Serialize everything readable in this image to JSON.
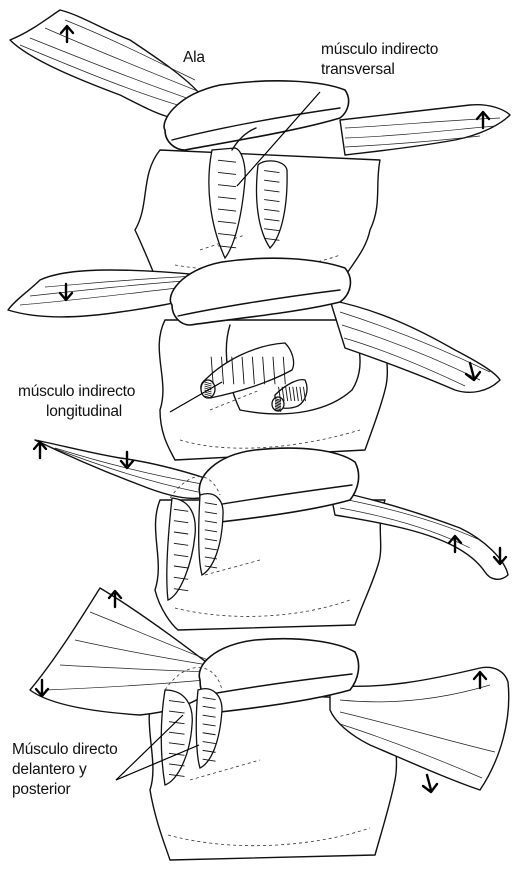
{
  "labels": {
    "wing": "Ala",
    "transverse_line1": "músculo indirecto",
    "transverse_line2": "transversal",
    "longitudinal_line1": "músculo indirecto",
    "longitudinal_line2": "longitudinal",
    "direct_line1": "Músculo directo",
    "direct_line2": "delantero y",
    "direct_line3": "posterior"
  },
  "arrows": [
    {
      "stage": 1,
      "side": "left",
      "direction": "up"
    },
    {
      "stage": 1,
      "side": "right",
      "direction": "up"
    },
    {
      "stage": 2,
      "side": "left",
      "direction": "down"
    },
    {
      "stage": 2,
      "side": "right",
      "direction": "down"
    },
    {
      "stage": 3,
      "side": "left",
      "direction": "up"
    },
    {
      "stage": 3,
      "side": "left",
      "direction": "down"
    },
    {
      "stage": 3,
      "side": "right",
      "direction": "up"
    },
    {
      "stage": 3,
      "side": "right",
      "direction": "down"
    },
    {
      "stage": 4,
      "side": "left",
      "direction": "up"
    },
    {
      "stage": 4,
      "side": "left",
      "direction": "down"
    },
    {
      "stage": 4,
      "side": "right",
      "direction": "up"
    },
    {
      "stage": 4,
      "side": "right",
      "direction": "down"
    }
  ]
}
